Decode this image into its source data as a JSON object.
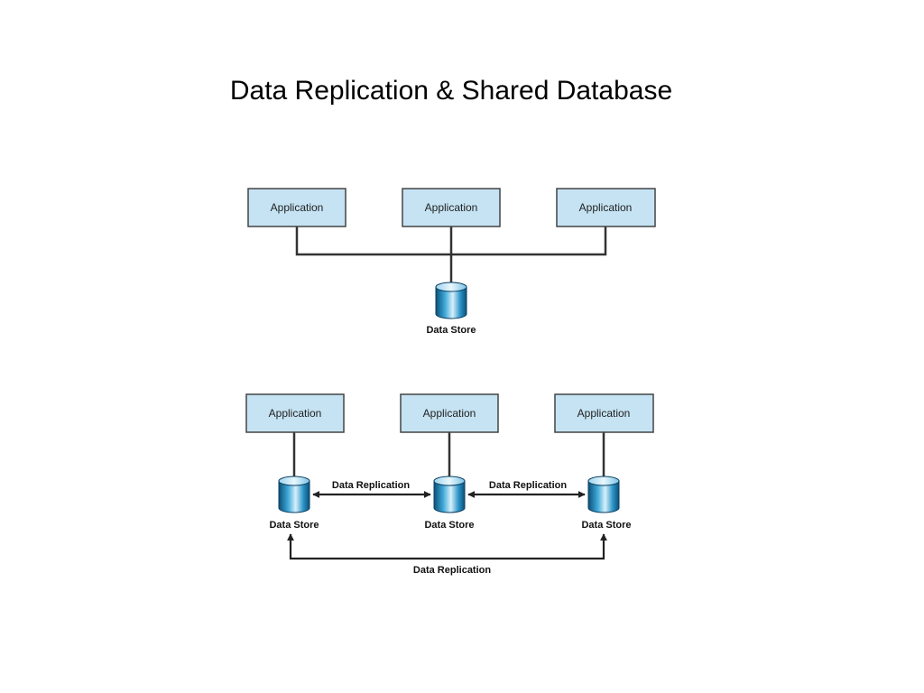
{
  "title": "Data Replication & Shared Database",
  "shared_database": {
    "applications": [
      "Application",
      "Application",
      "Application"
    ],
    "data_store_label": "Data Store"
  },
  "replication": {
    "applications": [
      "Application",
      "Application",
      "Application"
    ],
    "data_stores": [
      "Data Store",
      "Data Store",
      "Data Store"
    ],
    "replication_labels": [
      "Data Replication",
      "Data Replication",
      "Data Replication"
    ]
  },
  "colors": {
    "app_box_fill": "#c5e3f3",
    "cylinder_blue": "#1f88b8",
    "line": "#333333"
  }
}
